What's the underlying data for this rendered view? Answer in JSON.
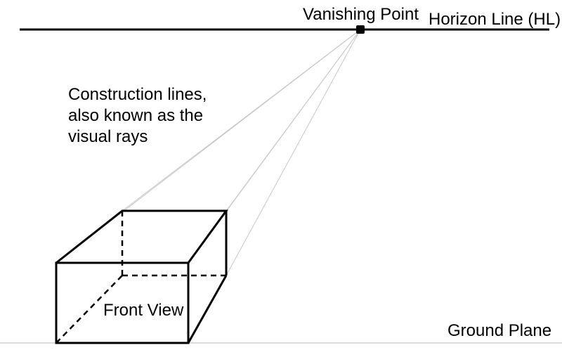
{
  "labels": {
    "vanishing_point": "Vanishing Point",
    "horizon_line": "Horizon Line (HL)",
    "construction_lines": [
      "Construction lines,",
      "also known as the",
      "visual rays"
    ],
    "front_view": "Front View",
    "ground_plane": "Ground Plane"
  },
  "colors": {
    "lines": "#000000",
    "construction_rays": "#c7c7c7",
    "ground_plane": "#c8c8c8",
    "background": "#ffffff"
  }
}
